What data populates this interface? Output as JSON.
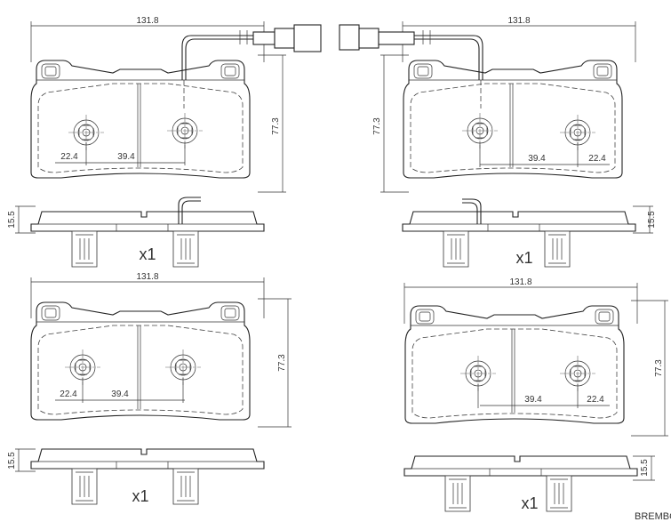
{
  "pads": [
    {
      "id": "top-left",
      "width_label": "131.8",
      "height_label": "77.3",
      "thickness_label": "15.5",
      "left_dim_label": "22.4",
      "right_dim_label": "39.4",
      "quantity_label": "x1",
      "has_wear_sensor": true
    },
    {
      "id": "top-right",
      "width_label": "131.8",
      "height_label": "77.3",
      "thickness_label": "15.5",
      "left_dim_label": "39.4",
      "right_dim_label": "22.4",
      "quantity_label": "x1",
      "has_wear_sensor": true
    },
    {
      "id": "bottom-left",
      "width_label": "131.8",
      "height_label": "77.3",
      "thickness_label": "15.5",
      "left_dim_label": "22.4",
      "right_dim_label": "39.4",
      "quantity_label": "x1",
      "has_wear_sensor": false
    },
    {
      "id": "bottom-right",
      "width_label": "131.8",
      "height_label": "77.3",
      "thickness_label": "15.5",
      "left_dim_label": "39.4",
      "right_dim_label": "22.4",
      "quantity_label": "x1",
      "has_wear_sensor": false
    }
  ],
  "watermark": "BREMBO"
}
